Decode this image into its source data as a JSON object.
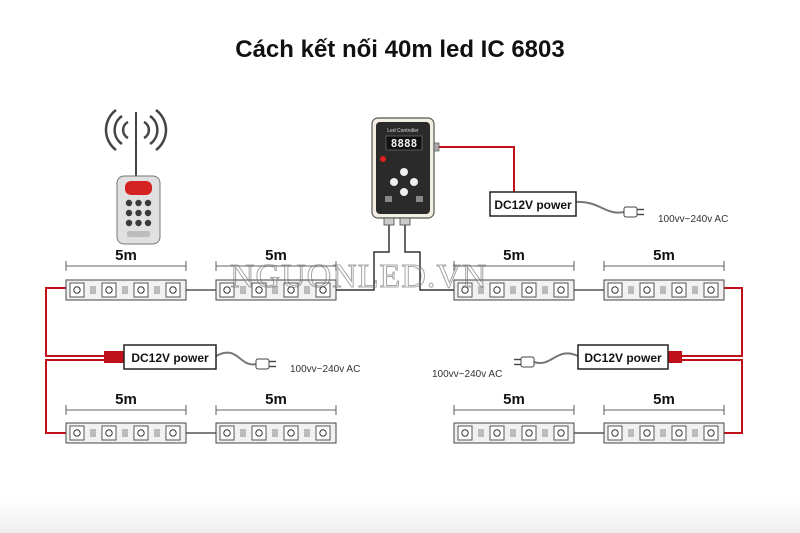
{
  "title": "Cách kết nối 40m led IC 6803",
  "watermark": "NGUONLED.VN",
  "strip_length_label": "5m",
  "power_supply_label": "DC12V power",
  "ac_input_label": "100vv~240v AC",
  "controller": {
    "header": "Led Controller",
    "display": "8888"
  },
  "colors": {
    "wire_red": "#c0111a",
    "wire_black": "#333333",
    "strip_fill": "#f1f1f1",
    "box_border": "#222222"
  },
  "icons": [
    "remote-control-icon",
    "wireless-signal-icon",
    "led-controller-icon",
    "ac-plug-icon"
  ]
}
